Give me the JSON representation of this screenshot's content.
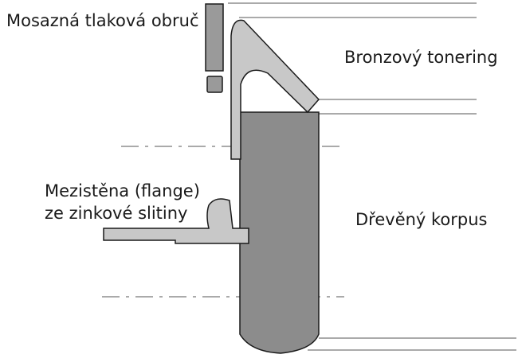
{
  "labels": {
    "brass_hoop": "Mosazná tlaková obruč",
    "bronze_tonering": "Bronzový tonering",
    "zinc_flange_line1": "Mezistěna (flange)",
    "zinc_flange_line2": "ze zinkové slitiny",
    "wood_shell": "Dřevěný korpus"
  },
  "colors": {
    "outline": "#1a1a1a",
    "brass": "#9a9a9a",
    "bronze": "#c8c8c8",
    "wood": "#8c8c8c",
    "flange": "#c8c8c8",
    "line": "#555555"
  }
}
